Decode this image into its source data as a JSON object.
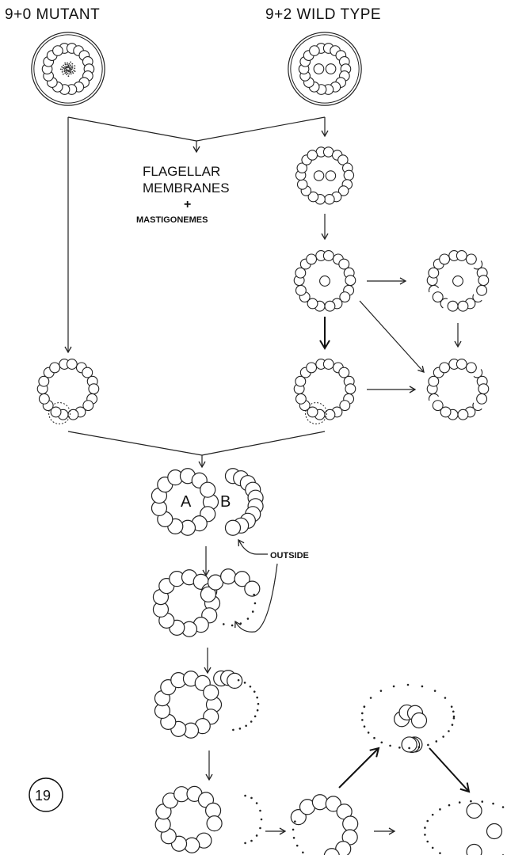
{
  "figure": {
    "title_left": "9+0 MUTANT",
    "title_right": "9+2 WILD TYPE",
    "center_line1": "FLAGELLAR",
    "center_line2": "MEMBRANES",
    "center_plus": "+",
    "center_line3": "MASTIGONEMES",
    "label_a": "A",
    "label_b": "B",
    "outside_label": "OUTSIDE",
    "figure_number": "19"
  }
}
